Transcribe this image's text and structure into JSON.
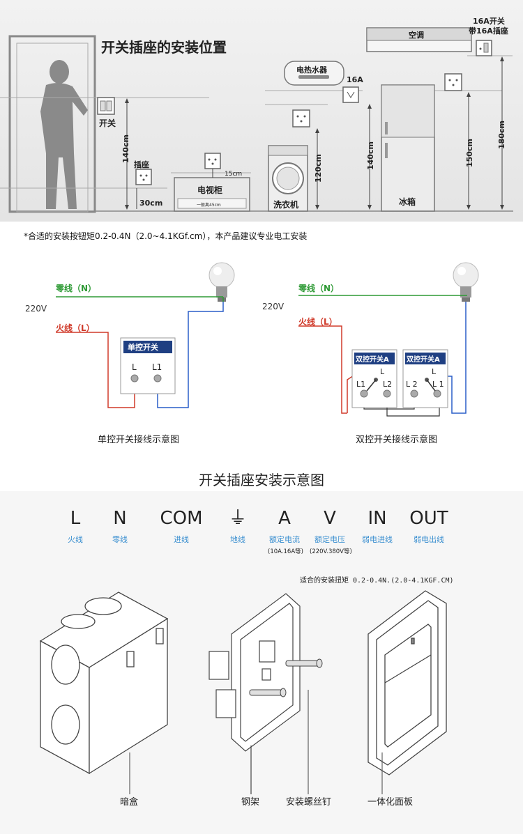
{
  "install": {
    "title": "开关插座的安装位置",
    "labels": {
      "switch": "开关",
      "socket": "插座",
      "tv_cabinet": "电视柜",
      "tv_note": "一般离45cm",
      "washer": "洗衣机",
      "fridge": "冰箱",
      "heater": "电热水器",
      "aircon": "空调",
      "ac_socket_line1": "16A开关",
      "ac_socket_line2": "带16A插座",
      "amp16": "16A"
    },
    "dims": {
      "d140_switch": "140cm",
      "d30": "30cm",
      "d15": "15cm",
      "d120": "120cm",
      "d140_heater": "140cm",
      "d150": "150cm",
      "d180": "180cm"
    }
  },
  "note": "*合适的安装按钮矩0.2-0.4N（2.0~4.1KGf.cm），本产品建议专业电工安装",
  "wiring_single": {
    "neutral": "零线（N）",
    "voltage": "220V",
    "live": "火线（L）",
    "switch_title": "单控开关",
    "term_l": "L",
    "term_l1": "L1",
    "caption": "单控开关接线示意图"
  },
  "wiring_double": {
    "neutral": "零线（N）",
    "voltage": "220V",
    "live": "火线（L）",
    "switch_a_title": "双控开关A",
    "switch_b_title": "双控开关A",
    "term_l": "L",
    "term_l1": "L1",
    "term_l2": "L2",
    "b_term_l": "L",
    "b_term_l2": "L 2",
    "b_term_l1": "L 1",
    "caption": "双控开关接线示意图"
  },
  "section_title": "开关插座安装示意图",
  "symbols": [
    {
      "sym": "L",
      "desc": "火线"
    },
    {
      "sym": "N",
      "desc": "零线"
    },
    {
      "sym": "COM",
      "desc": "进线"
    },
    {
      "sym": "⏚",
      "desc": "地线"
    },
    {
      "sym": "A",
      "desc": "额定电流"
    },
    {
      "sym": "V",
      "desc": "额定电压"
    },
    {
      "sym": "IN",
      "desc": "弱电进线"
    },
    {
      "sym": "OUT",
      "desc": "弱电出线"
    }
  ],
  "symbol_subs": {
    "a": "(10A.16A等)",
    "v": "(220V.380V等)"
  },
  "torque": "适合的安装扭矩 0.2-0.4N.(2.0-4.1KGF.CM)",
  "parts": {
    "box": "暗盒",
    "frame": "钢架",
    "screw": "安装螺丝钉",
    "panel": "一体化面板"
  },
  "colors": {
    "neutral": "#2e9a35",
    "live": "#d03a2a",
    "return": "#2a5ec8",
    "switch_title_bg": "#1f3f82",
    "symbol_desc": "#3a8fd0"
  }
}
